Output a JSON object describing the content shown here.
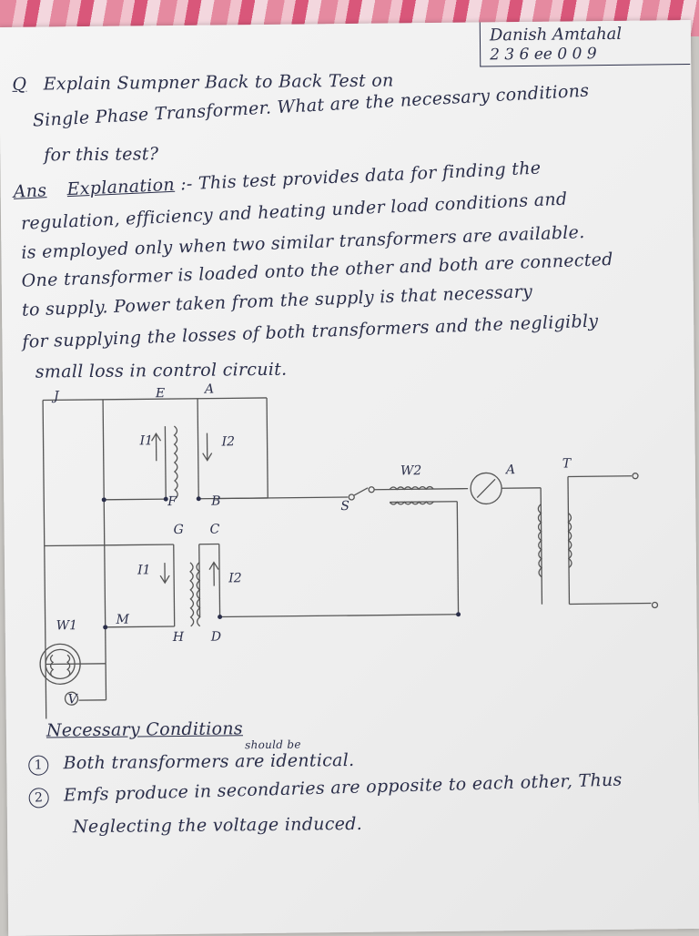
{
  "header": {
    "name": "Danish Amtahal",
    "id": "2 3 6 ee 0 0 9"
  },
  "question": {
    "marker": "Q",
    "lines": [
      "Explain Sumpner Back to Back Test on",
      "Single Phase Transformer. What are the necessary conditions",
      "for this test?"
    ]
  },
  "answer": {
    "marker": "Ans",
    "heading": "Explanation",
    "lines": [
      ":- This test provides data for finding the",
      "regulation, efficiency and heating under load conditions and",
      "is employed only when two similar transformers are available.",
      "One transformer is loaded onto the other and both are connected",
      "to supply. Power taken from the supply is that necessary",
      "for supplying the losses of both transformers and the negligibly",
      "small loss in control circuit."
    ]
  },
  "diagram": {
    "labels": {
      "J": "J",
      "E": "E",
      "A": "A",
      "F": "F",
      "B": "B",
      "G": "G",
      "C": "C",
      "H": "H",
      "D": "D",
      "M": "M",
      "W1": "W1",
      "W2": "W2",
      "S": "S",
      "T": "T",
      "A_meter": "A",
      "I1_top": "I1",
      "I2_top": "I2",
      "I1_bottom": "I1",
      "I2_bottom": "I2",
      "V": "V"
    }
  },
  "conditions": {
    "heading": "Necessary Conditions",
    "items": [
      {
        "num": "1",
        "text": "Both transformers are identical.",
        "insert": "should be"
      },
      {
        "num": "2",
        "text": "Emfs produce in secondaries are opposite to each other, Thus"
      },
      {
        "num": "",
        "text": "Neglecting the voltage induced."
      }
    ]
  }
}
